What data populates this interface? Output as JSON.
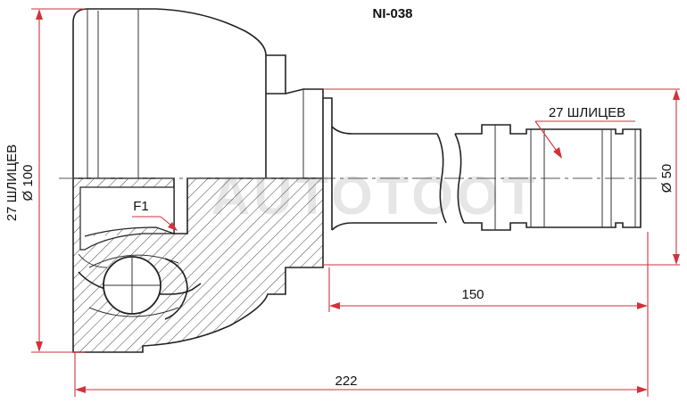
{
  "part_number": "NI-038",
  "watermark": "AUTOTOOT",
  "labels": {
    "outer_splines": "27 ШЛИЦЕВ",
    "outer_diameter": "Ø 100",
    "inner_splines": "27 ШЛИЦЕВ",
    "shaft_diameter": "Ø 50",
    "flange_label": "F1",
    "shaft_length": "150",
    "total_length": "222"
  },
  "colors": {
    "dimension": "#d2323c",
    "outline": "#222222",
    "watermark": "#e6e6e6"
  }
}
